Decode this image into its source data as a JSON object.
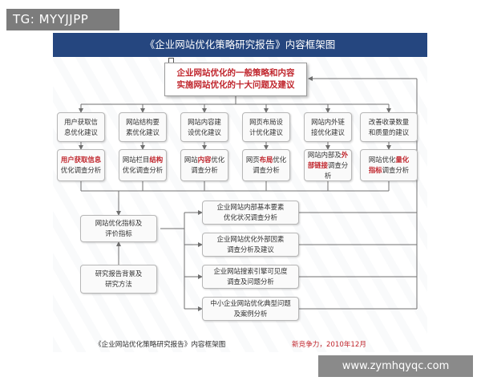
{
  "watermark_tag": "TG: MYYJJPP",
  "watermark_url": "www.zymhqyqc.com",
  "diagram": {
    "title": "《企业网站优化策略研究报告》内容框架图",
    "top_box": {
      "line1": "企业网站优化的一般策略和内容",
      "line2": "实施网站优化的十大问题及建议"
    },
    "upper_row": [
      "用户获取信\n息优化建议",
      "网站结构要\n素优化建议",
      "网站内容建\n设优化建议",
      "网页布局设\n计优化建议",
      "网站内外链\n接优化建议",
      "改善收录数量\n和质量的建议"
    ],
    "lower_row": [
      {
        "pre": "",
        "hl": "用户获取信息",
        "post": "\n优化调查分析"
      },
      {
        "pre": "网站栏目",
        "hl": "结构",
        "post": "\n优化调查分析"
      },
      {
        "pre": "网站",
        "hl": "内容",
        "post": "优化\n调查分析"
      },
      {
        "pre": "网页",
        "hl": "布局",
        "post": "优化\n调查分析"
      },
      {
        "pre": "网站内部及",
        "hl": "外\n部链接",
        "post": "调查分析"
      },
      {
        "pre": "网站优化",
        "hl": "量化\n指标",
        "post": "调查分析"
      }
    ],
    "left_boxes": [
      "网站优化指标及\n评价指标",
      "研究报告背景及\n研究方法"
    ],
    "right_boxes": [
      "企业网站内部基本要素\n优化状况调查分析",
      "企业网站优化外部因素\n调查分析及建议",
      "企业网站搜索引擎可见度\n调查及问题分析",
      "中小企业网站优化典型问题\n及案例分析"
    ],
    "caption_left": "《企业网站优化策略研究报告》内容框架图",
    "caption_right": "新竞争力，2010年12月",
    "colors": {
      "banner": "#25467f",
      "highlight": "#c0262d",
      "connector": "#6f6f6f"
    }
  }
}
